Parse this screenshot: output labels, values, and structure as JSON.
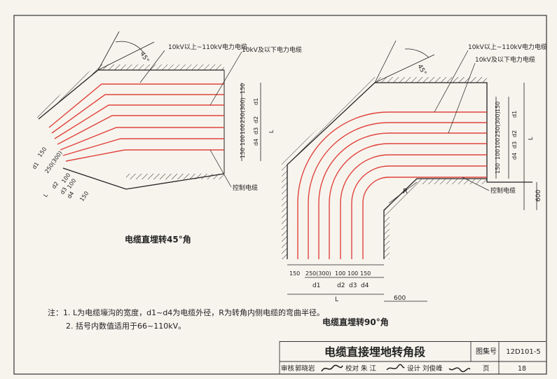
{
  "diagram": {
    "left": {
      "caption": "电缆直埋转45°角",
      "angle_label": "45°",
      "cable_label_hv": "10kV以上~110kV电力电缆",
      "cable_label_lv": "10kV及以下电力电缆",
      "control_label": "控制电缆",
      "dims_vertical": [
        "150",
        "d1",
        "250(300)",
        "d2",
        "100",
        "d3",
        "100",
        "d4",
        "150",
        "L"
      ],
      "dims_diag": [
        "150",
        "250(300)",
        "100",
        "100",
        "150",
        "d1",
        "d2",
        "d3",
        "d4",
        "L"
      ]
    },
    "right": {
      "caption": "电缆直埋转90°角",
      "angle_label": "45°",
      "cable_label_hv": "10kV以上~110kV电力电缆",
      "cable_label_lv": "10kV及以下电力电缆",
      "control_label": "控制电缆",
      "radius_label": "R",
      "dim_600_v": "600",
      "dim_600_h": "600",
      "dims_vertical": [
        "150",
        "d1",
        "250(300)",
        "d2",
        "100",
        "d3",
        "100",
        "d4",
        "150",
        "L"
      ],
      "dims_bottom": [
        "150",
        "250(300)",
        "100",
        "100",
        "150"
      ],
      "dims_bottom_d": [
        "d1",
        "d2",
        "d3",
        "d4"
      ],
      "dim_L": "L"
    }
  },
  "notes": {
    "line1": "注：1. L为电缆壕沟的宽度，d1~d4为电缆外径，R为转角内侧电缆的弯曲半径。",
    "line2": "2. 括号内数值适用于66~110kV。"
  },
  "title_block": {
    "title": "电缆直接埋地转角段",
    "atlas_label": "图集号",
    "atlas_no": "12D101-5",
    "review_label": "审核",
    "review_name": "郭晓岩",
    "check_label": "校对",
    "check_name": "朱 江",
    "design_label": "设计",
    "design_name": "刘俊峰",
    "page_label": "页",
    "page_no": "18"
  },
  "colors": {
    "cable_red": "#e0443c",
    "line": "#222222",
    "paper": "#f7f4ee"
  }
}
